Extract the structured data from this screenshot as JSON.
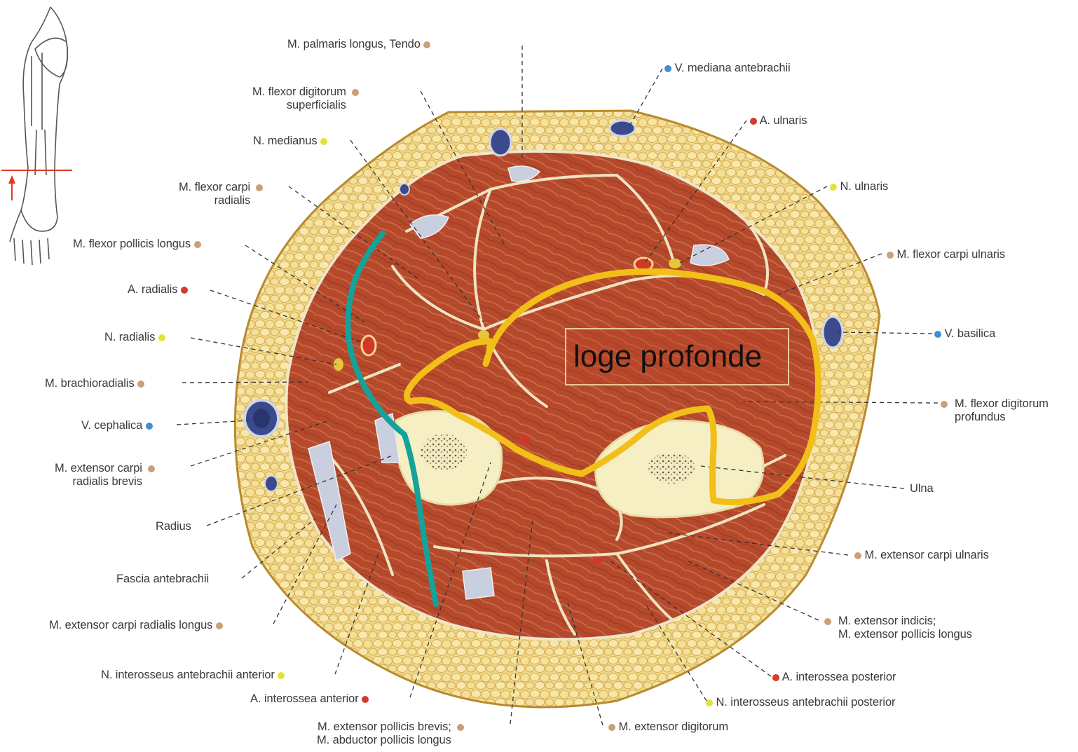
{
  "colors": {
    "fat": "#f1d98a",
    "fat_edge": "#c89a3a",
    "muscle": "#b5492c",
    "bone": "#f6efc4",
    "vein": "#3b4a8c",
    "deep_compartment_outline": "#f2bf18",
    "fascia_line": "#14a39a",
    "artery_dot": "#d23c2a",
    "vein_dot": "#3e8fd6",
    "nerve_dot": "#e2e23a",
    "muscle_dot": "#c8a07a"
  },
  "callout_label": "loge profonde",
  "labels_left": [
    {
      "id": "pl",
      "text": "M. palmaris longus, Tendo",
      "dot": "muscle"
    },
    {
      "id": "fds",
      "text": "M. flexor digitorum\nsuperficialis",
      "dot": "muscle"
    },
    {
      "id": "nm",
      "text": "N. medianus",
      "dot": "nerve"
    },
    {
      "id": "fcr",
      "text": "M. flexor carpi\nradialis",
      "dot": "muscle"
    },
    {
      "id": "fpl",
      "text": "M. flexor pollicis longus",
      "dot": "muscle"
    },
    {
      "id": "ar",
      "text": "A. radialis",
      "dot": "artery"
    },
    {
      "id": "nr",
      "text": "N. radialis",
      "dot": "nerve"
    },
    {
      "id": "br",
      "text": "M. brachioradialis",
      "dot": "muscle"
    },
    {
      "id": "vc",
      "text": "V. cephalica",
      "dot": "vein"
    },
    {
      "id": "ecrb",
      "text": "M. extensor carpi\nradialis brevis",
      "dot": "muscle"
    },
    {
      "id": "rad",
      "text": "Radius",
      "dot": "none"
    },
    {
      "id": "fa",
      "text": "Fascia antebrachii",
      "dot": "none"
    },
    {
      "id": "ecrl",
      "text": "M. extensor carpi radialis longus",
      "dot": "muscle"
    },
    {
      "id": "niaa",
      "text": "N. interosseus antebrachii anterior",
      "dot": "nerve"
    },
    {
      "id": "aia",
      "text": "A. interossea anterior",
      "dot": "artery"
    },
    {
      "id": "epb",
      "text": "M. extensor pollicis brevis;\nM. abductor pollicis longus",
      "dot": "muscle"
    }
  ],
  "labels_right": [
    {
      "id": "vma",
      "text": "V. mediana antebrachii",
      "dot": "vein"
    },
    {
      "id": "au",
      "text": "A. ulnaris",
      "dot": "artery"
    },
    {
      "id": "nu",
      "text": "N. ulnaris",
      "dot": "nerve"
    },
    {
      "id": "fcu",
      "text": "M. flexor carpi ulnaris",
      "dot": "muscle"
    },
    {
      "id": "vb",
      "text": "V. basilica",
      "dot": "vein"
    },
    {
      "id": "fdp",
      "text": "M. flexor digitorum\nprofundus",
      "dot": "muscle"
    },
    {
      "id": "ulna",
      "text": "Ulna",
      "dot": "none"
    },
    {
      "id": "ecu",
      "text": "M. extensor carpi ulnaris",
      "dot": "muscle"
    },
    {
      "id": "ei",
      "text": "M. extensor indicis;\nM. extensor pollicis longus",
      "dot": "muscle"
    },
    {
      "id": "aip",
      "text": "A. interossea posterior",
      "dot": "artery"
    },
    {
      "id": "niap",
      "text": "N. interosseus antebrachii posterior",
      "dot": "nerve"
    },
    {
      "id": "ed",
      "text": "M. extensor digitorum",
      "dot": "muscle"
    }
  ]
}
